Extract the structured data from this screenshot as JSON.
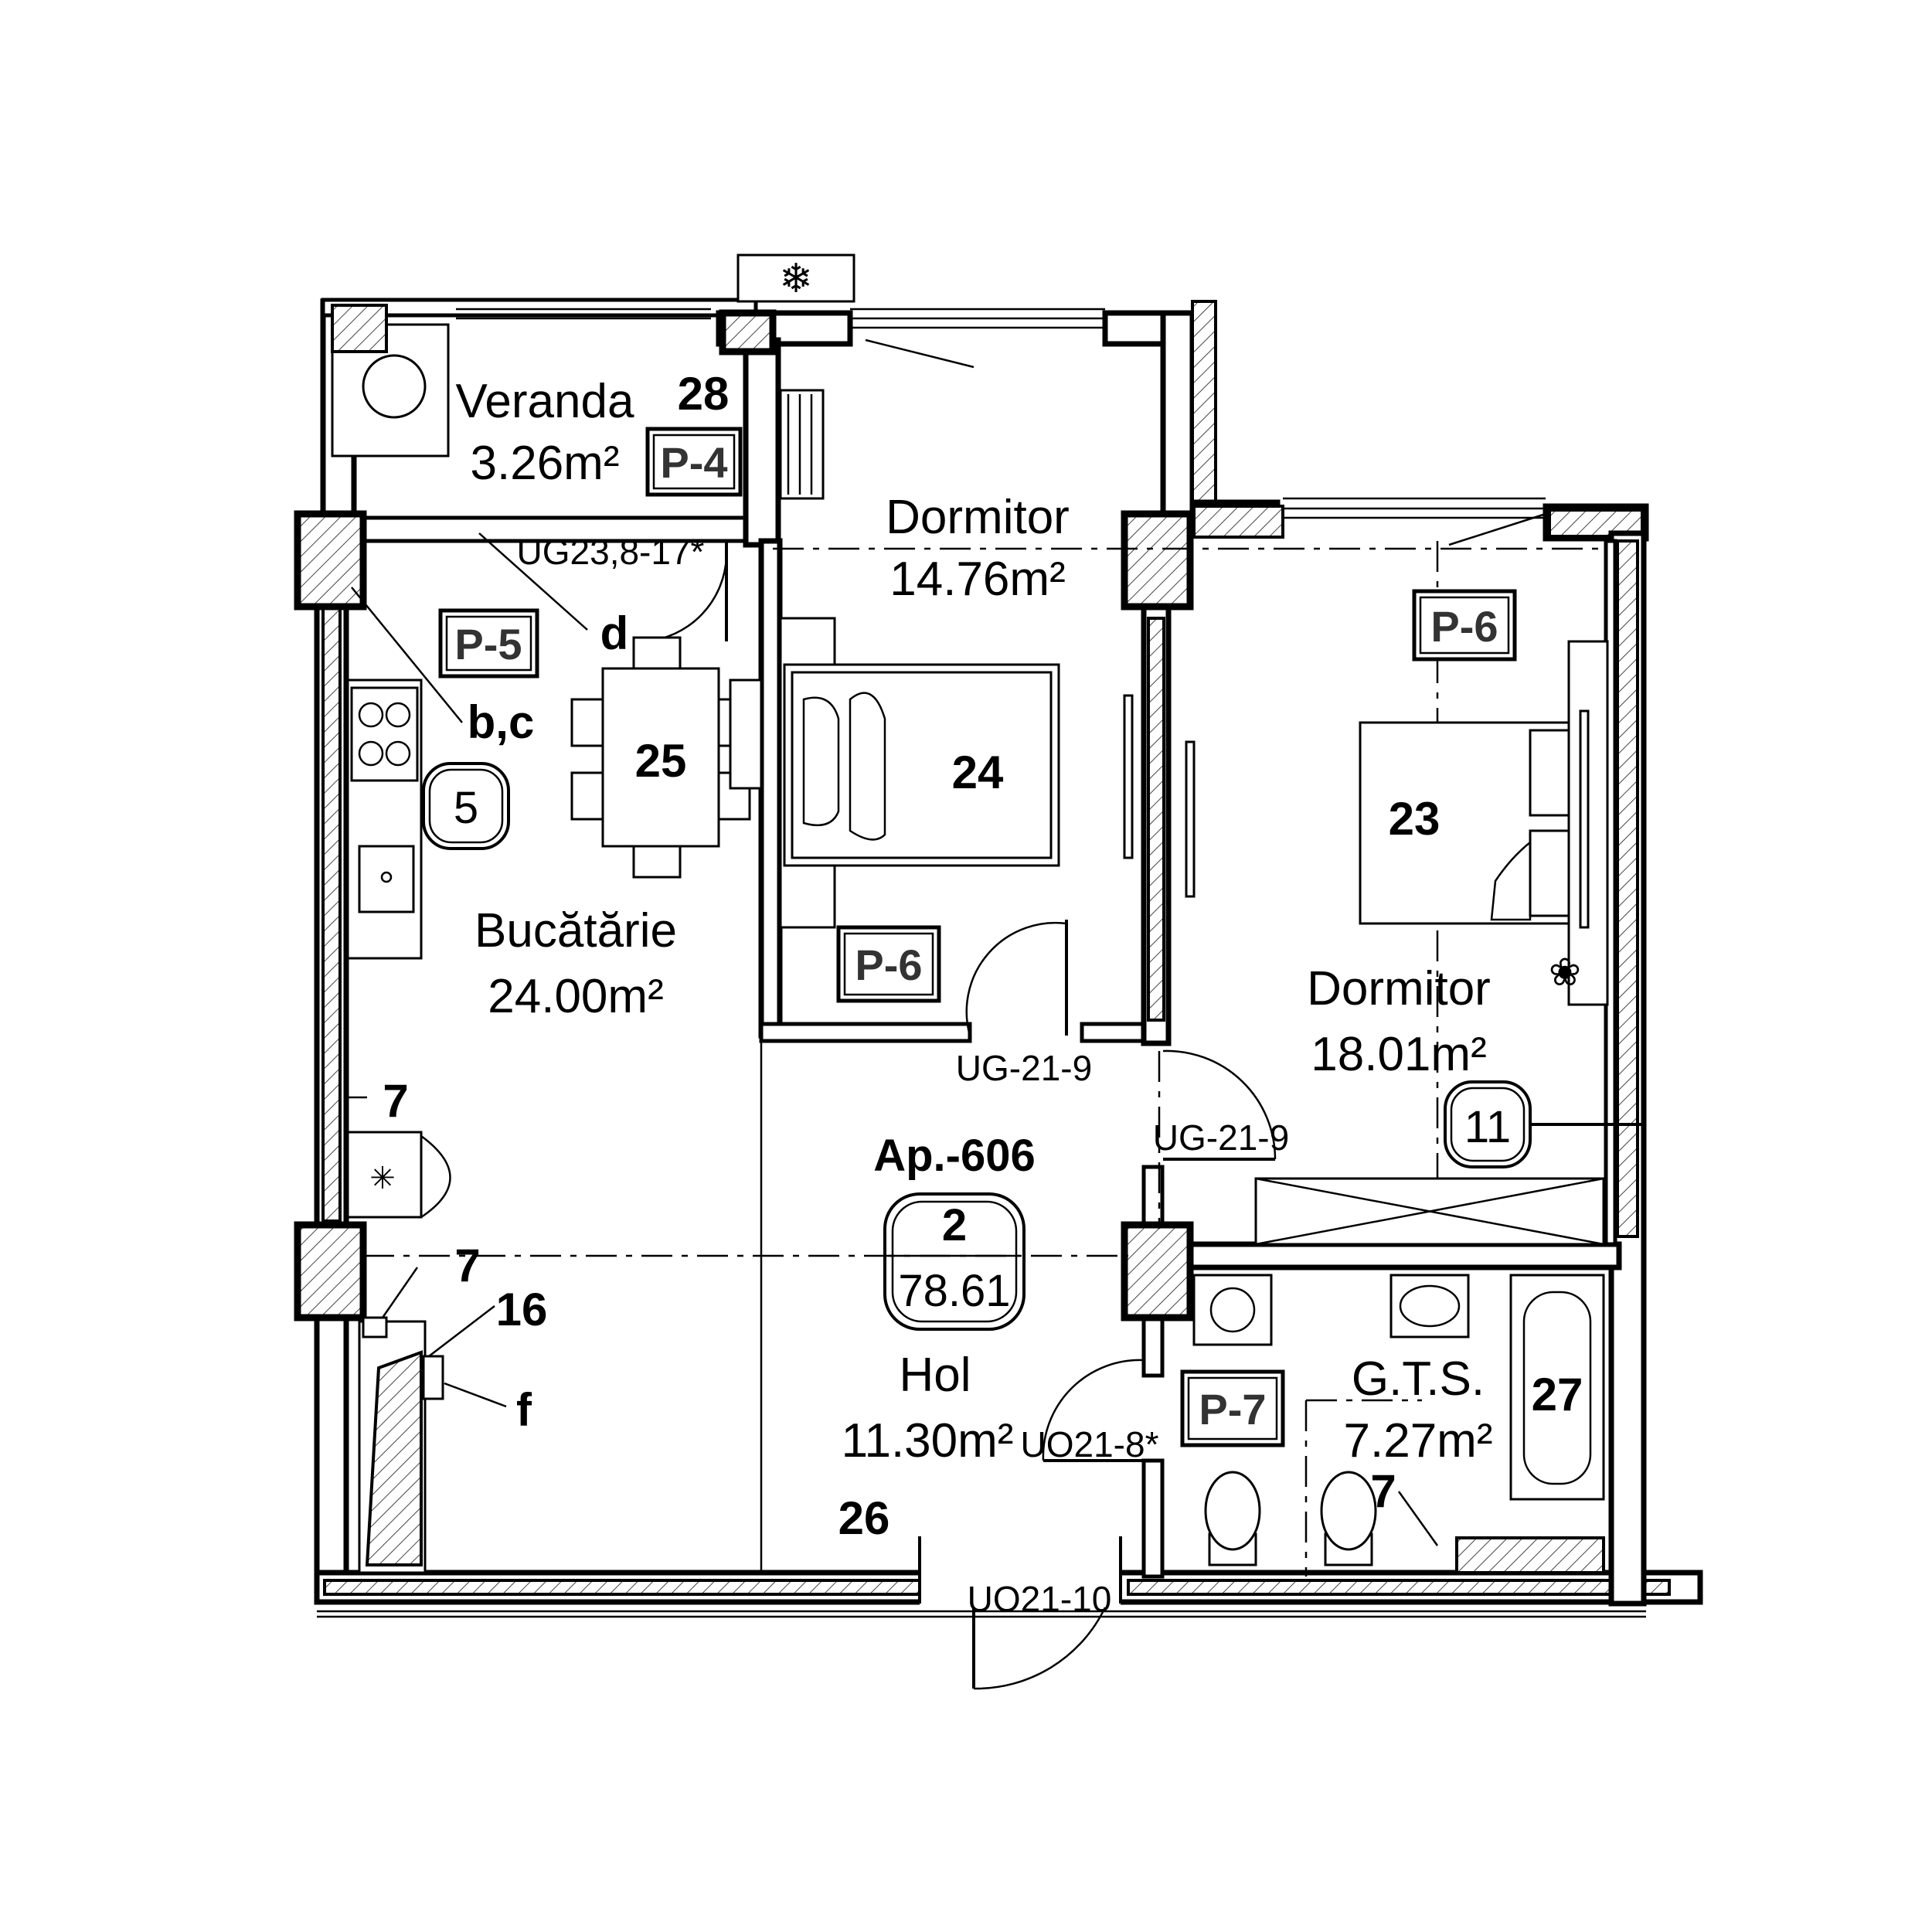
{
  "plan": {
    "apartment": {
      "title": "Ap.-606",
      "rooms_count": "2",
      "total_area": "78.61"
    },
    "rooms": {
      "veranda": {
        "name": "Veranda",
        "area": "3.26m²"
      },
      "bedroom_1": {
        "name": "Dormitor",
        "area": "14.76m²"
      },
      "bedroom_2": {
        "name": "Dormitor",
        "area": "18.01m²"
      },
      "kitchen": {
        "name": "Bucătărie",
        "area": "24.00m²"
      },
      "hall": {
        "name": "Hol",
        "area": "11.30m²"
      },
      "bathroom": {
        "name": "G.T.S.",
        "area": "7.27m²"
      }
    },
    "tags": {
      "p4": "P-4",
      "p5": "P-5",
      "p6_top": "P-6",
      "p6_mid": "P-6",
      "p7": "P-7"
    },
    "circle_marks": {
      "kitchen": "5",
      "bedroom_2": "11"
    },
    "numbers": {
      "n28": "28",
      "n25": "25",
      "n24": "24",
      "n23": "23",
      "n27": "27",
      "n26": "26",
      "n16": "16",
      "n7_left": "7",
      "n7_lower": "7",
      "n7_bath": "7"
    },
    "letters": {
      "d": "d",
      "bc": "b,c",
      "f": "f"
    },
    "door_labels": {
      "ug23": "UG23,8-17*",
      "ug21_9_a": "UG-21-9",
      "ug21_9_b": "UG-21-9",
      "uo21_8": "UO21-8*",
      "uo21_10": "UO21-10"
    },
    "icons": [
      "snowflake-icon",
      "fan-icon",
      "stove-icon",
      "sink-icon",
      "toilet-icon",
      "bathtub-icon",
      "washbasin-icon",
      "washing-machine-icon",
      "plant-icon"
    ]
  }
}
